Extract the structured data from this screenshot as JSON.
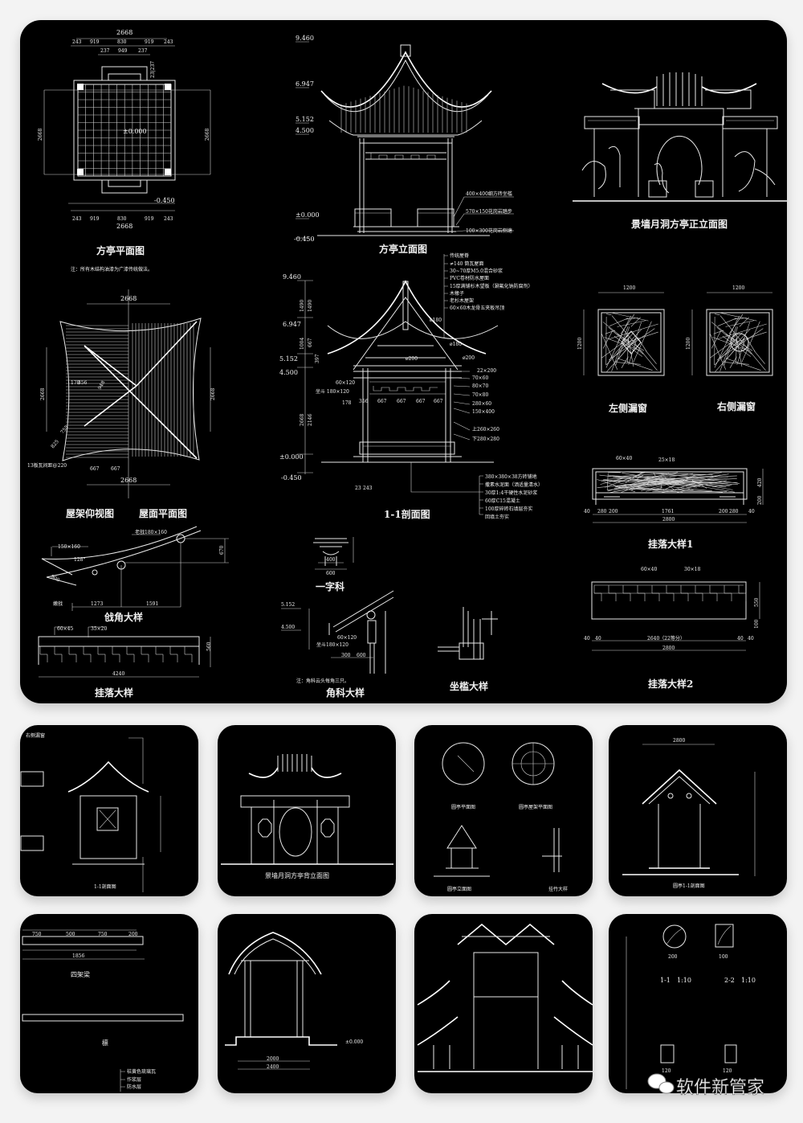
{
  "main": {
    "plan": {
      "title": "方亭平面图",
      "note": "注：所有木结构油漆为广漆传统做法。",
      "dims_top": [
        "2668",
        "243",
        "919",
        "830",
        "919",
        "243",
        "237",
        "949",
        "237"
      ],
      "dim_side_left": "2668",
      "dim_side_right": "2668",
      "dim_step": "23|237",
      "elev_floor": "±0.000",
      "elev_ground": "-0.450",
      "dims_bottom": [
        "243",
        "919",
        "830",
        "919",
        "243",
        "2668"
      ]
    },
    "elevation": {
      "title": "方亭立面图",
      "levels": [
        "9.460",
        "6.947",
        "5.152",
        "4.500",
        "±0.000",
        "-0.450"
      ],
      "callouts": [
        "400×400细方砖坐槛",
        "570×150花岗岩踏步",
        "100×300花岗岩侧塘"
      ]
    },
    "moon_gate": {
      "title": "景墙月洞方亭正立面图"
    },
    "windows": {
      "left_title": "左侧漏窗",
      "right_title": "右侧漏窗",
      "width": "1200",
      "height": "1200"
    },
    "roof": {
      "left_title": "屋架仰视图",
      "right_title": "屋面平面图",
      "dims": [
        "2668",
        "2668",
        "2668",
        "667",
        "667",
        "2668",
        "178",
        "356",
        "948",
        "755",
        "825"
      ],
      "note": "13板瓦间距@220"
    },
    "section": {
      "title": "1-1剖面图",
      "levels": [
        "9.460",
        "6.947",
        "5.152",
        "4.500",
        "±0.000",
        "-0.450"
      ],
      "heights": [
        "1490",
        "1490",
        "667",
        "1004",
        "397",
        "2668",
        "2146"
      ],
      "roof_callouts": [
        "传统屋脊",
        "≠140 筒瓦屋面",
        "30~70厚M5.0混合砂浆",
        "PVC卷材防水屋面",
        "15厚满铺杉木望板（涮氟化钠防腐剂）",
        "木椽子",
        "老杉木屋架",
        "60×60木龙骨五夹板吊顶"
      ],
      "radii": [
        "ø180",
        "ø180",
        "ø200",
        "ø200"
      ],
      "member_callouts": [
        "22×200",
        "70×60",
        "80×70",
        "70×80",
        "280×60",
        "150×400",
        "上260×260",
        "下280×280"
      ],
      "left_labels": [
        "60×120",
        "坐斗 180×120"
      ],
      "spans": [
        "178",
        "356",
        "667",
        "667",
        "667",
        "667"
      ],
      "base": [
        "23",
        "243"
      ],
      "floor_callouts": [
        "380×380×38方砖铺地",
        "撒素水泥面（洒适量清水）",
        "30厚1:4干硬性水泥砂浆",
        "60厚C15混凝土",
        "100厚碎砖石填层夯实",
        "回填土夯实"
      ]
    },
    "gualuo1": {
      "title": "挂落大样1",
      "dims": [
        "60×40",
        "25×18",
        "40",
        "280",
        "200",
        "1761",
        "200",
        "280",
        "40",
        "2800",
        "420",
        "200"
      ]
    },
    "gualuo2": {
      "title": "挂落大样2",
      "dims": [
        "60×40",
        "30×18",
        "40",
        "40",
        "2640（22等分）",
        "40",
        "40",
        "2800",
        "550",
        "100"
      ]
    },
    "qiangjiao": {
      "title": "戗角大样",
      "labels": [
        "老戗180×160",
        "150×160",
        "128°",
        "900",
        "嫩戗",
        "1273",
        "1591",
        "670"
      ]
    },
    "gualuo": {
      "title": "挂落大样",
      "labels": [
        "60×45",
        "35×20",
        "4240",
        "560"
      ]
    },
    "yizike": {
      "title": "一字科",
      "labels": [
        "400",
        "600"
      ]
    },
    "jiaoke": {
      "title": "角科大样",
      "note": "注：角科云头每角三只。",
      "labels": [
        "5.152",
        "4.500",
        "60×120",
        "坐斗180×120",
        "300",
        "600"
      ]
    },
    "zuokan": {
      "title": "坐槛大样"
    }
  },
  "thumbnails": [
    {
      "header": "右侧漏窗",
      "caption": "1-1剖面图"
    },
    {
      "caption": "景墙月洞方亭背立面图"
    },
    {
      "captions": [
        "圆亭平面图",
        "圆亭屋架平面图",
        "圆亭立面图",
        "挂竹大样"
      ]
    },
    {
      "caption": "圆亭1-1剖面图",
      "dim": "2800"
    },
    {
      "caption": "四架梁",
      "caption2": "檩",
      "dims": [
        "750",
        "500",
        "750",
        "200",
        "1856"
      ],
      "layers": [
        "桔黄色琉璃瓦",
        "作浆层",
        "防水层"
      ]
    },
    {
      "dims": [
        "2000",
        "2400",
        "±0.000"
      ]
    },
    {},
    {
      "labels": [
        "1-1",
        "1:10",
        "2-2",
        "1:10",
        "200",
        "100",
        "120",
        "120"
      ]
    }
  ],
  "watermark": "软件新管家"
}
